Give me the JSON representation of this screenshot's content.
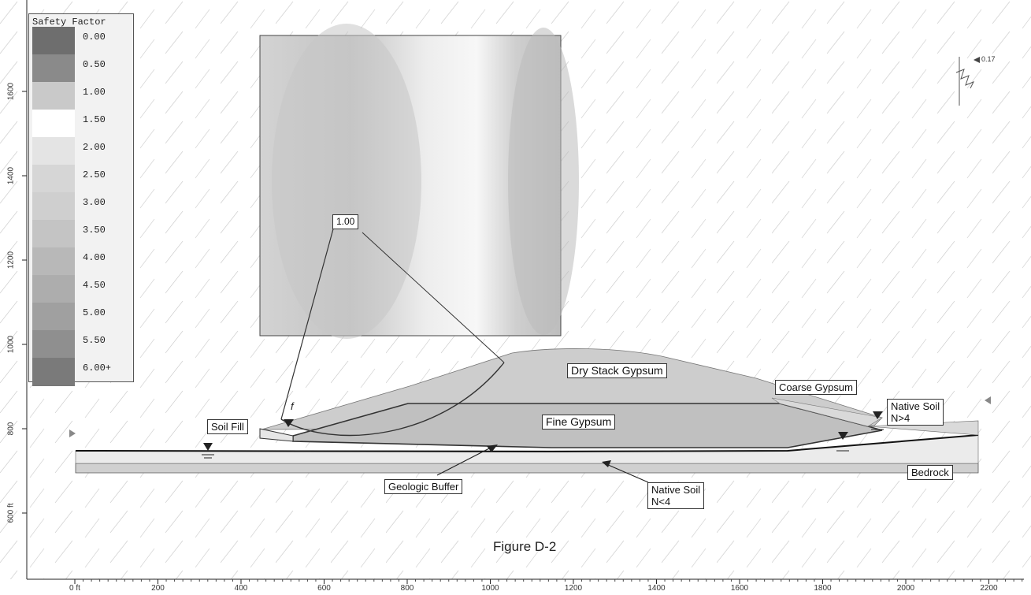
{
  "legend": {
    "title": "Safety Factor",
    "items": [
      {
        "value": "0.00",
        "color": "#6e6e6e"
      },
      {
        "value": "0.50",
        "color": "#8a8a8a"
      },
      {
        "value": "1.00",
        "color": "#c9c9c9"
      },
      {
        "value": "1.50",
        "color": "#ffffff"
      },
      {
        "value": "2.00",
        "color": "#e4e4e4"
      },
      {
        "value": "2.50",
        "color": "#d6d6d6"
      },
      {
        "value": "3.00",
        "color": "#cfcfcf"
      },
      {
        "value": "3.50",
        "color": "#c4c4c4"
      },
      {
        "value": "4.00",
        "color": "#b8b8b8"
      },
      {
        "value": "4.50",
        "color": "#adadad"
      },
      {
        "value": "5.00",
        "color": "#a0a0a0"
      },
      {
        "value": "5.50",
        "color": "#8f8f8f"
      },
      {
        "value": "6.00+",
        "color": "#7a7a7a"
      }
    ]
  },
  "x_axis": {
    "ticks": [
      "0 ft",
      "200",
      "400",
      "600",
      "800",
      "1000",
      "1200",
      "1400",
      "1600",
      "1800",
      "2000",
      "2200"
    ]
  },
  "y_axis": {
    "ticks": [
      "600 ft",
      "800",
      "1000",
      "1200",
      "1400",
      "1600"
    ]
  },
  "grid_box": {
    "min_sf_label": "1.00"
  },
  "seismic": {
    "label": "0.17"
  },
  "materials": {
    "dry_stack": "Dry Stack Gypsum",
    "coarse": "Coarse Gypsum",
    "fine": "Fine Gypsum",
    "soil_fill": "Soil Fill",
    "native_soil_high": [
      "Native Soil",
      "N>4"
    ],
    "native_soil_low": [
      "Native Soil",
      "N<4"
    ],
    "geologic_buffer": "Geologic Buffer",
    "bedrock": "Bedrock"
  },
  "figure_caption": "Figure D-2",
  "slip_surface_label": "f"
}
